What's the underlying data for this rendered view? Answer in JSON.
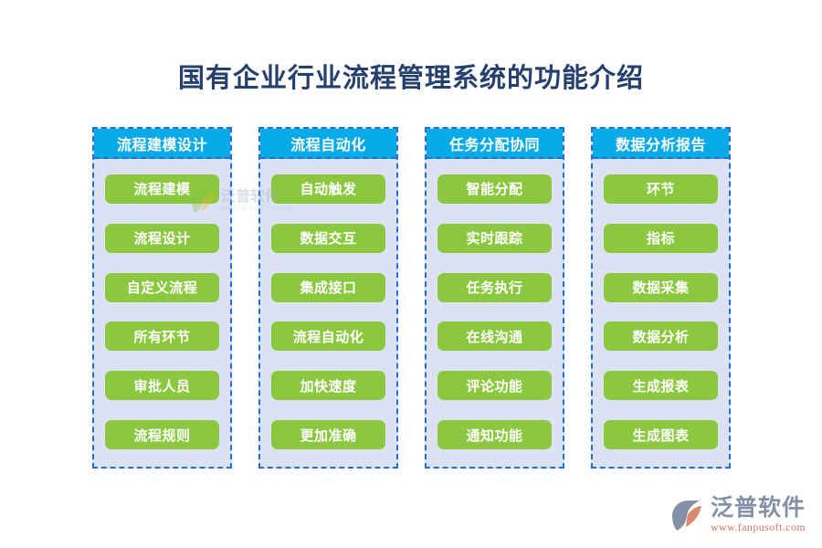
{
  "title": "国有企业行业流程管理系统的功能介绍",
  "theme": {
    "title_color": "#25406E",
    "header_blue": "#08ABE8",
    "pill_green": "#8BC83F",
    "panel_bg": "#DCE2F3",
    "border_blue": "#1E6FD9",
    "page_bg": "#FFFFFF",
    "brand_gray": "#8490A6",
    "brand_orange": "#C9795E"
  },
  "columns": [
    {
      "header": "流程建模设计",
      "items": [
        "流程建模",
        "流程设计",
        "自定义流程",
        "所有环节",
        "审批人员",
        "流程规则"
      ]
    },
    {
      "header": "流程自动化",
      "items": [
        "自动触发",
        "数据交互",
        "集成接口",
        "流程自动化",
        "加快速度",
        "更加准确"
      ]
    },
    {
      "header": "任务分配协同",
      "items": [
        "智能分配",
        "实时跟踪",
        "任务执行",
        "在线沟通",
        "评论功能",
        "通知功能"
      ]
    },
    {
      "header": "数据分析报告",
      "items": [
        "环节",
        "指标",
        "数据采集",
        "数据分析",
        "生成报表",
        "生成图表"
      ]
    }
  ],
  "watermark": {
    "cn": "泛普软件",
    "en": "FANPU SOFTWARE"
  },
  "brand": {
    "name": "泛普软件",
    "url": "www.fanpusoft.com",
    "mark_icon": "fanpu-swoosh-logo-icon"
  }
}
